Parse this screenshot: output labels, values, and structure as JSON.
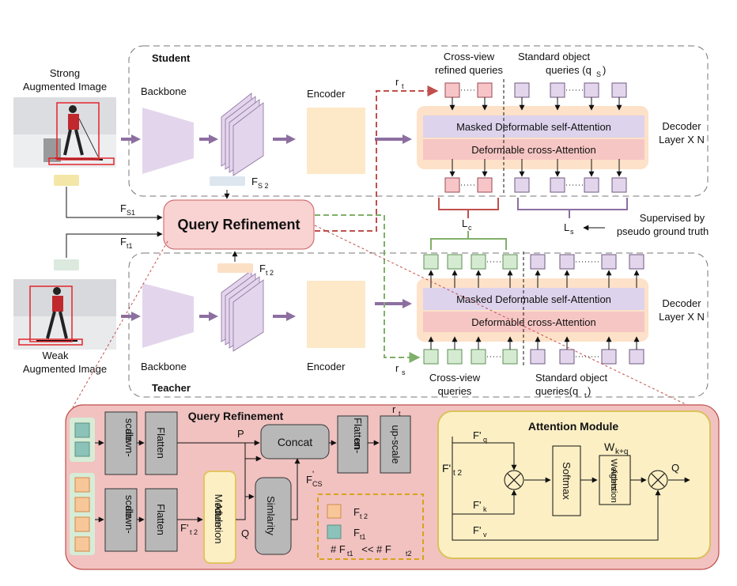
{
  "student": {
    "title": "Student",
    "input_label": [
      "Strong",
      "Augmented Image"
    ],
    "backbone": "Backbone",
    "encoder": "Encoder",
    "feat": "F",
    "feat_sub": "S 2",
    "cross_view_label": [
      "Cross-view",
      "refined queries"
    ],
    "standard_label": [
      "Standard object",
      "queries (q",
      "S",
      " )"
    ],
    "decoder_label": [
      "Decoder",
      "Layer X N"
    ],
    "masked_attn": "Masked Deformable self-Attention",
    "cross_attn": "Deformable cross-Attention",
    "r_label": "r",
    "r_sub": "t"
  },
  "teacher": {
    "title": "Teacher",
    "input_label": [
      "Weak",
      "Augmented Image"
    ],
    "backbone": "Backbone",
    "encoder": "Encoder",
    "feat": "F",
    "feat_sub": "t 2",
    "cross_view_label": [
      "Cross-view",
      "queries"
    ],
    "standard_label": [
      "Standard object",
      "queries(q",
      "t",
      ")"
    ],
    "decoder_label": [
      "Decoder",
      "Layer X N"
    ],
    "masked_attn": "Masked Deformable self-Attention",
    "cross_attn": "Deformable cross-Attention",
    "r_label": "r",
    "r_sub": "s"
  },
  "middle": {
    "query_refinement": "Query Refinement",
    "fs1": "F",
    "fs1_sub": "S1",
    "ft1": "F",
    "ft1_sub": "t1",
    "lc": "L",
    "lc_sub": "c",
    "ls": "L",
    "ls_sub": "s",
    "supervised": [
      "Supervised by",
      "pseudo ground truth"
    ]
  },
  "qr_panel": {
    "title": "Query Refinement",
    "downscale": [
      "down-",
      "scale"
    ],
    "flatten": "Flatten",
    "concat": "Concat",
    "unflatten": [
      "un-",
      "Flatten"
    ],
    "upscale": "up-scale",
    "attention_module": [
      "Attention",
      "Module"
    ],
    "similarity": "Simlarity",
    "p": "P",
    "q": "Q",
    "r": "r",
    "r_sub": "t",
    "f_cs": "F",
    "f_cs_sup": "'",
    "f_cs_sub": "CS",
    "f_t2p": "F'",
    "f_t2p_sub": "t 2",
    "legend_ft2": "F",
    "legend_ft2_sub": "t 2",
    "legend_ft1": "F",
    "legend_ft1_sub": "t1",
    "legend_rel": [
      "# F",
      "t1",
      "  << # F",
      "t2"
    ]
  },
  "attn_panel": {
    "title": "Attention Module",
    "fq": "F'",
    "fq_sub": "q",
    "fk": "F'",
    "fk_sub": "k",
    "fv": "F'",
    "fv_sub": "v",
    "ft2": "F'",
    "ft2_sub": "t 2",
    "softmax": "Softmax",
    "weights": [
      "Attention",
      "Weights"
    ],
    "w": "W",
    "w_sub": "k+q",
    "q": "Q"
  },
  "colors": {
    "student_query": "#f7c5c8",
    "standard_query": "#e3d6ec",
    "teacher_query": "#d5ebd1",
    "arrow_purple": "#8c6fa0",
    "red_dashed": "#c0504d",
    "green_dashed": "#7fb069",
    "orange_feature": "#f7c79a",
    "teal_feature": "#8bc3b9"
  }
}
